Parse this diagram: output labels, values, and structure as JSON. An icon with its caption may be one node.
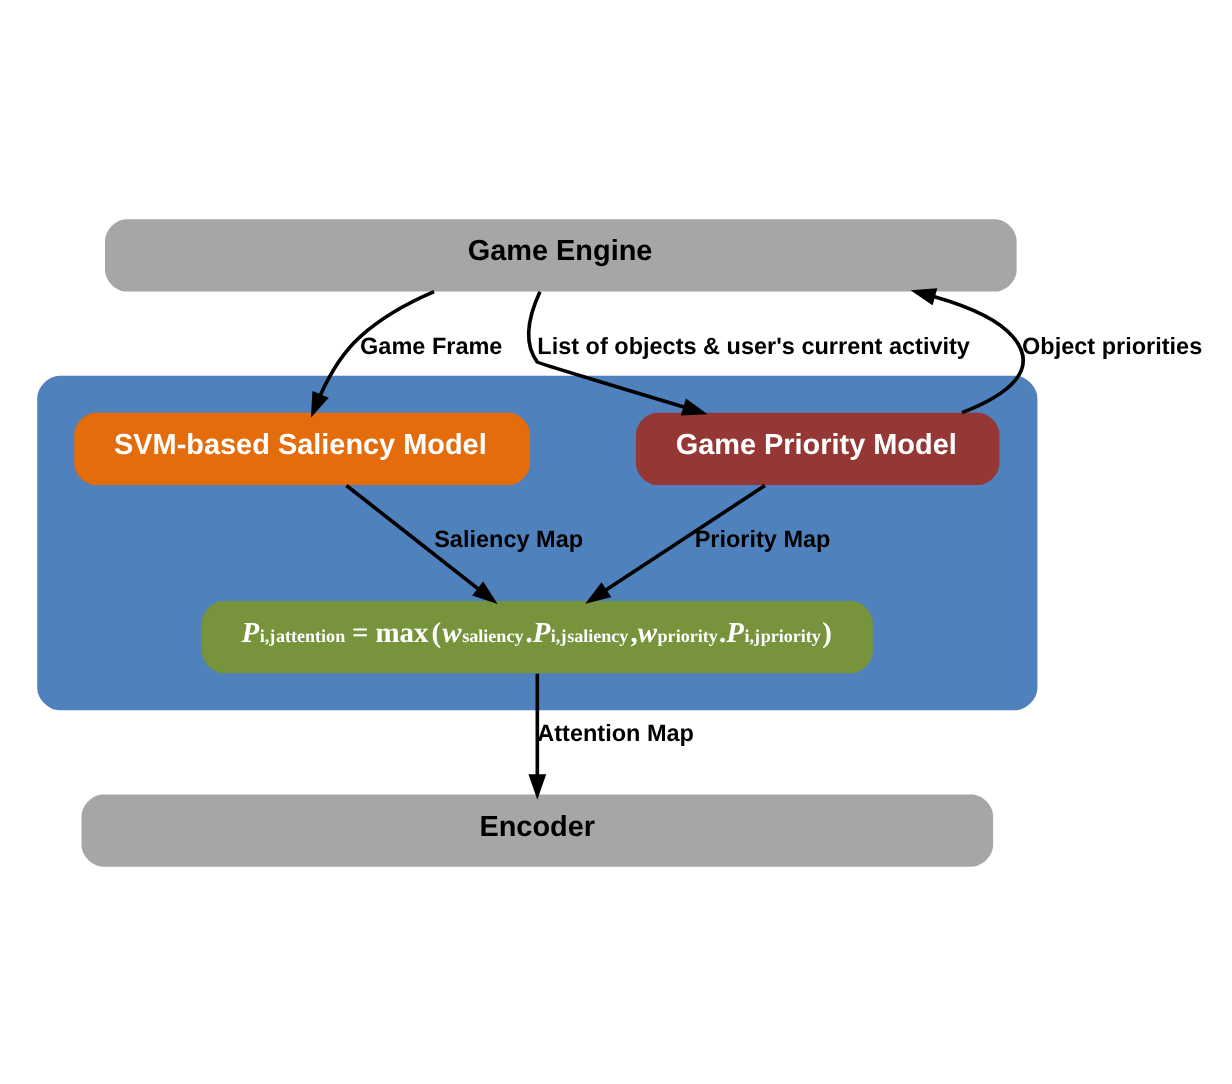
{
  "diagram": {
    "nodes": [
      {
        "text": [
          "Game Engine"
        ]
      },
      {
        "text": [],
        "shape": "box"
      },
      {
        "text": [
          "SVM-based Saliency Model"
        ],
        "in": 1
      },
      {
        "text": [
          "Game Priority Model"
        ],
        "in": 1
      },
      {
        "text": [
          "*P*$^{i,j}$$_{attention}$ = **max**(*w*$_{saliency}$.*P*$^{i,j}$$_{saliency}$,*w*$_{priority}$.*P*$^{i,j}$$_{priority}$)"
        ],
        "in": 1
      },
      {
        "text": [
          "Encoder"
        ]
      }
    ],
    "edges": [
      {
        "from": 0,
        "to": 2,
        "arrow": "to",
        "label": "Game Frame"
      },
      {
        "from": 3,
        "to": 0,
        "arrow": "to",
        "label": "Object priorities"
      },
      {
        "from": 0,
        "to": 3,
        "arrow": "to",
        "label": "List of objects & user's current activity"
      },
      {
        "from": 2,
        "to": 4,
        "arrow": "to",
        "label": "Saliency Map"
      },
      {
        "from": 3,
        "to": 4,
        "arrow": "to",
        "label": "Priority Map"
      },
      {
        "from": 4,
        "to": 5,
        "arrow": "to",
        "label": "Attention Map"
      }
    ]
  }
}
